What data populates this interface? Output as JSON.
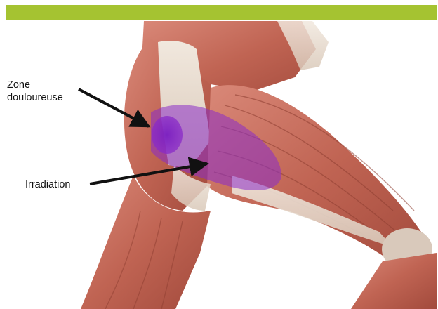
{
  "header": {
    "bar_color": "#a5c331"
  },
  "labels": {
    "pain_zone_line1": "Zone",
    "pain_zone_line2": "douloureuse",
    "irradiation": "Irradiation"
  },
  "colors": {
    "muscle": "#c46b5c",
    "muscle_dark": "#9e4436",
    "tendon": "#e8dccf",
    "highlight": "#8a2bc8",
    "arrow": "#111111"
  },
  "icons": {
    "arrow_pain": "arrow-right-icon",
    "arrow_irradiation": "arrow-right-icon"
  }
}
